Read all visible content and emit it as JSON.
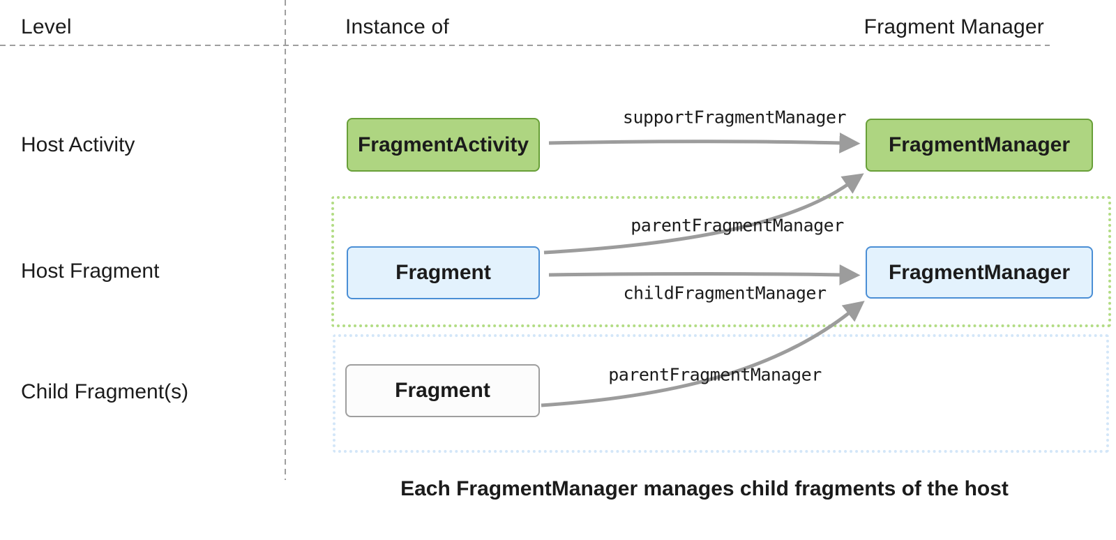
{
  "header": {
    "level": "Level",
    "instance_of": "Instance of",
    "fragment_manager": "Fragment Manager"
  },
  "levels": {
    "host_activity": "Host Activity",
    "host_fragment": "Host Fragment",
    "child_fragments": "Child Fragment(s)"
  },
  "nodes": {
    "fragment_activity": "FragmentActivity",
    "activity_fragment_manager": "FragmentManager",
    "host_fragment": "Fragment",
    "fragment_fragment_manager": "FragmentManager",
    "child_fragment": "Fragment"
  },
  "arrow_labels": {
    "support": "supportFragmentManager",
    "parent_from_host_fragment": "parentFragmentManager",
    "child": "childFragmentManager",
    "parent_from_child_fragment": "parentFragmentManager"
  },
  "caption": "Each FragmentManager manages child fragments of the host",
  "colors": {
    "green_fill": "#aed581",
    "green_border": "#689f38",
    "blue_fill": "#e3f2fd",
    "blue_border": "#4a8ed5",
    "neutral_fill": "#fcfcfc",
    "neutral_border": "#9e9e9e",
    "group_green_dots": "#b2dc84",
    "group_blue_dots": "#d3e6f8",
    "arrow": "#9c9c9c",
    "dashed_line": "#9e9e9e",
    "text": "#1b1b1b",
    "background": "#ffffff"
  }
}
